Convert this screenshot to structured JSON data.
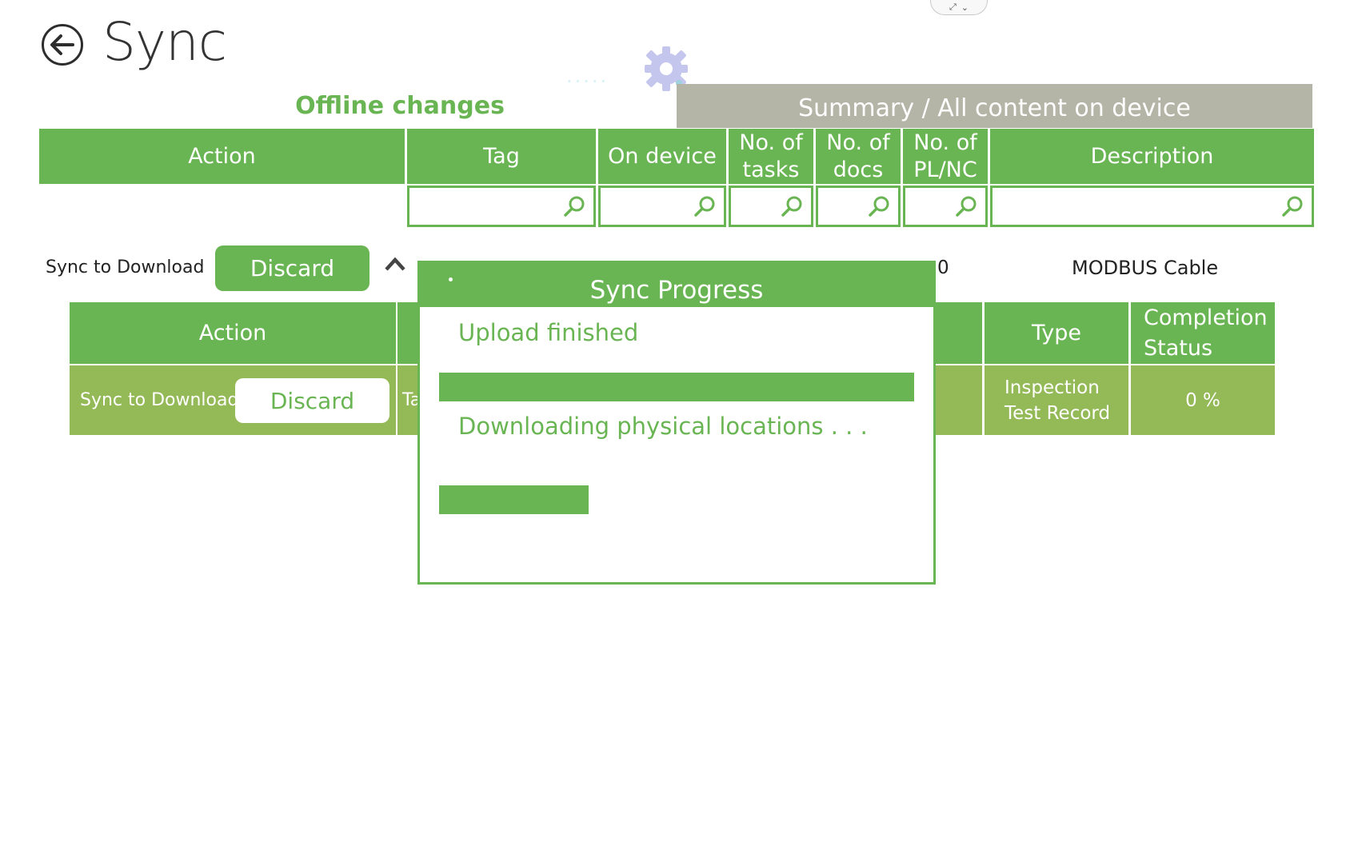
{
  "header": {
    "title": "Sync"
  },
  "tabs": {
    "offline": "Offline changes",
    "summary": "Summary / All content on device"
  },
  "main_table": {
    "columns": [
      "Action",
      "Tag",
      "On device",
      "No. of tasks",
      "No. of docs",
      "No. of PL/NC",
      "Description"
    ]
  },
  "group": {
    "action_label": "Sync to Download",
    "discard_label": "Discard",
    "count": "0",
    "name": "MODBUS Cable"
  },
  "sub_table": {
    "columns": {
      "action": "Action",
      "type": "Type",
      "completion": "Completion Status"
    },
    "row": {
      "action_label": "Sync to Download",
      "discard_label": "Discard",
      "tag_partial": "Ta",
      "type": "Inspection Test Record",
      "completion": "0 %"
    }
  },
  "dialog": {
    "title": "Sync Progress",
    "step1_text": "Upload finished",
    "step1_progress": 1.0,
    "step2_text": "Downloading physical locations . . .",
    "step2_progress": 0.315
  },
  "colors": {
    "accent": "#6ab553",
    "row_bg": "#94b957",
    "summary_tab": "#b4b5a6"
  }
}
